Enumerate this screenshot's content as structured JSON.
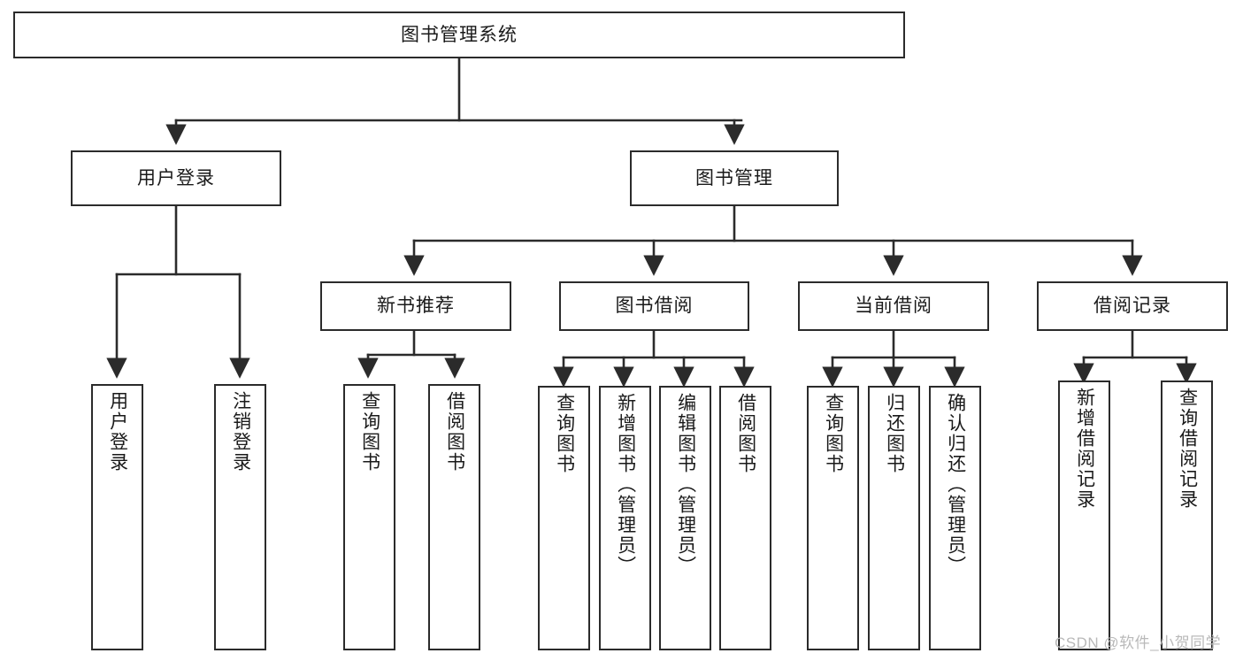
{
  "diagram": {
    "title": "图书管理系统",
    "type": "tree",
    "root": "图书管理系统",
    "levels": {
      "level1": [
        "图书管理系统"
      ],
      "level2": [
        "用户登录",
        "图书管理"
      ],
      "level3": [
        "新书推荐",
        "图书借阅",
        "当前借阅",
        "借阅记录"
      ],
      "level4": [
        "用户登录",
        "注销登录",
        "查询图书",
        "借阅图书",
        "查询图书",
        "新增图书（管理员）",
        "编辑图书（管理员）",
        "借阅图书",
        "查询图书",
        "归还图书",
        "确认归还（管理员）",
        "新增借阅记录",
        "查询借阅记录"
      ]
    },
    "nodes": {
      "root": {
        "label": "图书管理系统"
      },
      "user_login": {
        "label": "用户登录"
      },
      "book_manage": {
        "label": "图书管理"
      },
      "new_book_rec": {
        "label": "新书推荐"
      },
      "book_borrow": {
        "label": "图书借阅"
      },
      "current_borrow": {
        "label": "当前借阅"
      },
      "borrow_record": {
        "label": "借阅记录"
      },
      "leaf_user_login": {
        "label": "用户登录"
      },
      "leaf_logout": {
        "label": "注销登录"
      },
      "leaf_query_book_a": {
        "label": "查询图书"
      },
      "leaf_borrow_book_a": {
        "label": "借阅图书"
      },
      "leaf_query_book_b": {
        "label": "查询图书"
      },
      "leaf_add_book": {
        "label": "新增图书（管理员）"
      },
      "leaf_edit_book": {
        "label": "编辑图书（管理员）"
      },
      "leaf_borrow_book_b": {
        "label": "借阅图书"
      },
      "leaf_query_book_c": {
        "label": "查询图书"
      },
      "leaf_return_book": {
        "label": "归还图书"
      },
      "leaf_confirm_return": {
        "label": "确认归还（管理员）"
      },
      "leaf_add_record": {
        "label": "新增借阅记录"
      },
      "leaf_query_record": {
        "label": "查询借阅记录"
      }
    },
    "edges": [
      {
        "from": "root",
        "to": "user_login"
      },
      {
        "from": "root",
        "to": "book_manage"
      },
      {
        "from": "user_login",
        "to": "leaf_user_login"
      },
      {
        "from": "user_login",
        "to": "leaf_logout"
      },
      {
        "from": "book_manage",
        "to": "new_book_rec"
      },
      {
        "from": "book_manage",
        "to": "book_borrow"
      },
      {
        "from": "book_manage",
        "to": "current_borrow"
      },
      {
        "from": "book_manage",
        "to": "borrow_record"
      },
      {
        "from": "new_book_rec",
        "to": "leaf_query_book_a"
      },
      {
        "from": "new_book_rec",
        "to": "leaf_borrow_book_a"
      },
      {
        "from": "book_borrow",
        "to": "leaf_query_book_b"
      },
      {
        "from": "book_borrow",
        "to": "leaf_add_book"
      },
      {
        "from": "book_borrow",
        "to": "leaf_edit_book"
      },
      {
        "from": "book_borrow",
        "to": "leaf_borrow_book_b"
      },
      {
        "from": "current_borrow",
        "to": "leaf_query_book_c"
      },
      {
        "from": "current_borrow",
        "to": "leaf_return_book"
      },
      {
        "from": "current_borrow",
        "to": "leaf_confirm_return"
      },
      {
        "from": "borrow_record",
        "to": "leaf_add_record"
      },
      {
        "from": "borrow_record",
        "to": "leaf_query_record"
      }
    ],
    "colors": {
      "stroke": "#2b2b2b",
      "fill": "#ffffff",
      "text": "#1a1a1a",
      "watermark": "#b9b9b9"
    }
  },
  "watermark": {
    "text": "CSDN @软件_小贺同学"
  }
}
